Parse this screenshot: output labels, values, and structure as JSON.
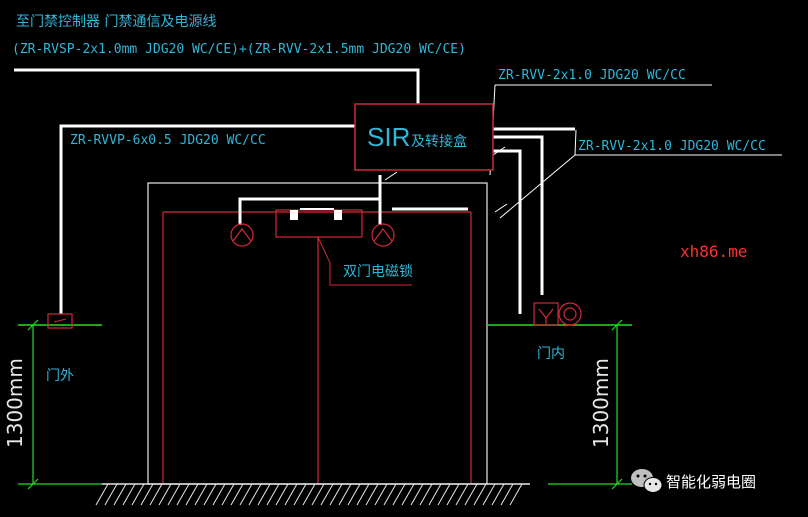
{
  "title_line1": "至门禁控制器  门禁通信及电源线",
  "title_line2": "(ZR-RVSP-2x1.0mm JDG20 WC/CE)+(ZR-RVV-2x1.5mm JDG20 WC/CE)",
  "cable_rvv_upper": "ZR-RVV-2x1.0 JDG20 WC/CC",
  "cable_rvvp": "ZR-RVVP-6x0.5 JDG20 WC/CC",
  "cable_rvv_right": "ZR-RVV-2x1.0 JDG20 WC/CC",
  "junction_box_label": "SIR",
  "junction_box_sublabel": "及转接盒",
  "mag_lock_label": "双门电磁锁",
  "outside_label": "门外",
  "inside_label": "门内",
  "height_left": "1300mm",
  "height_right": "1300mm",
  "watermark": "xh86.me",
  "brand_text": "智能化弱电圈",
  "colors": {
    "cable": "#ffffff",
    "text": "#2fb6d8",
    "device": "#ff3050",
    "dimension": "#22dd22",
    "watermark": "#ff3030"
  }
}
